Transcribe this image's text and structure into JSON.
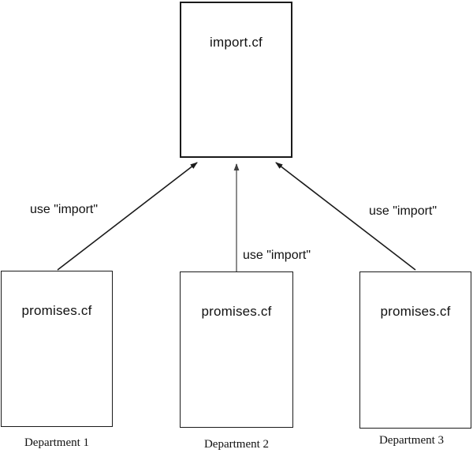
{
  "diagram": {
    "top_node": {
      "label": "import.cf"
    },
    "departments": [
      {
        "file_label": "promises.cf",
        "caption": "Department 1"
      },
      {
        "file_label": "promises.cf",
        "caption": "Department 2"
      },
      {
        "file_label": "promises.cf",
        "caption": "Department 3"
      }
    ],
    "edges": [
      {
        "label": "use \"import\""
      },
      {
        "label": "use \"import\""
      },
      {
        "label": "use \"import\""
      }
    ],
    "colors": {
      "line": "#1a1a1a",
      "secondary_arrow_shaft": "#8c8c8c",
      "secondary_arrow_head": "#3f3f3f",
      "background": "#ffffff"
    }
  }
}
